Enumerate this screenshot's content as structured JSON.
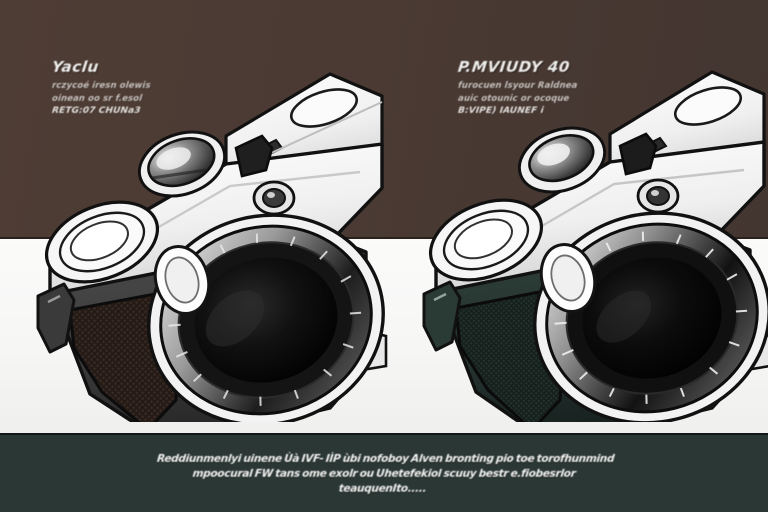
{
  "scene": {
    "background_wall_color": "#4a3a33",
    "table_surface_color": "#f7f7f6",
    "caption_bar_color": "#2b3735"
  },
  "overlay_text_left": {
    "heading": "Yaclu",
    "lines": [
      "rczycoé iresn olewis",
      "oinean oo sr f.esol",
      "RETG:07 CHUNa3"
    ]
  },
  "overlay_text_right": {
    "heading": "P.MVIUDY 40",
    "lines": [
      "furocuen lsyour Raldnea",
      "auic otounic or ocoque",
      "B:VIPE) IAUNEF i"
    ]
  },
  "caption": {
    "text": "Reddiunmenlyi uinene Ùà IVF- IÌP ùbi nofoboy Alven bronting pio toe torofhunmind mpoocural FW tans ome exolr ou Uhetefekiol scuuy bestr e.fiobesrlor teauquenIto....."
  },
  "camera_left": {
    "name": "vintage-slr-camera-silver-black",
    "body_color": "#3b3b3b",
    "top_plate_color": "#f4f4f4",
    "grip_texture_color": "#241a16",
    "lens_barrel_color": "#0d0d0d"
  },
  "camera_right": {
    "name": "vintage-slr-camera-silver-green",
    "body_color": "#26342f",
    "top_plate_color": "#f4f4f4",
    "grip_texture_color": "#14201c",
    "lens_barrel_color": "#0a0a0a"
  }
}
